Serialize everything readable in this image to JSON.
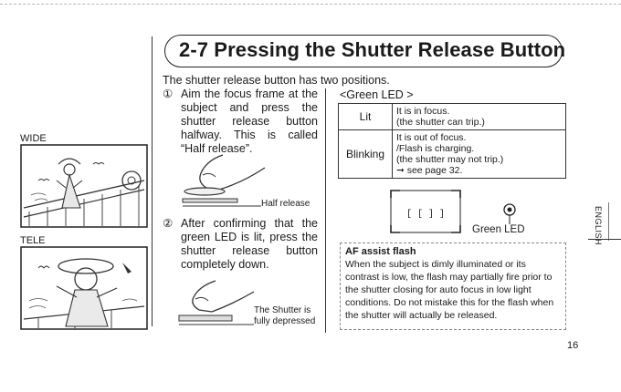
{
  "title": "2-7 Pressing the Shutter Release Button",
  "intro": "The shutter release button has two positions.",
  "steps": [
    {
      "num": "①",
      "text": "Aim the focus frame at the subject and press the shutter release button halfway. This is called “Half release”."
    },
    {
      "num": "②",
      "text": "After confirming that the green LED is lit, press the shutter release button completely down."
    }
  ],
  "captions": {
    "half": "Half release",
    "full_line1": "The Shutter is",
    "full_line2": "fully depressed"
  },
  "side_labels": {
    "wide": "WIDE",
    "tele": "TELE"
  },
  "led_table": {
    "heading": "<Green LED >",
    "rows": [
      {
        "label": "Lit",
        "lines": [
          "It is in focus.",
          "(the shutter can trip.)"
        ]
      },
      {
        "label": "Blinking",
        "lines": [
          "It is out of focus.",
          "/Flash is charging.",
          "(the shutter may not trip.)",
          "➞ see page 32."
        ]
      }
    ]
  },
  "viewfinder": {
    "frame_marks": "[ [  ] ]",
    "led_label": "Green LED"
  },
  "af_assist": {
    "title": "AF assist flash",
    "text": "When the subject is dimly illuminated or its contrast is low, the flash may partially fire prior to the shutter closing for auto focus in low light conditions. Do not mistake this for the flash when the shutter will actually be released."
  },
  "language_tab": "ENGLISH",
  "page_number": "16"
}
